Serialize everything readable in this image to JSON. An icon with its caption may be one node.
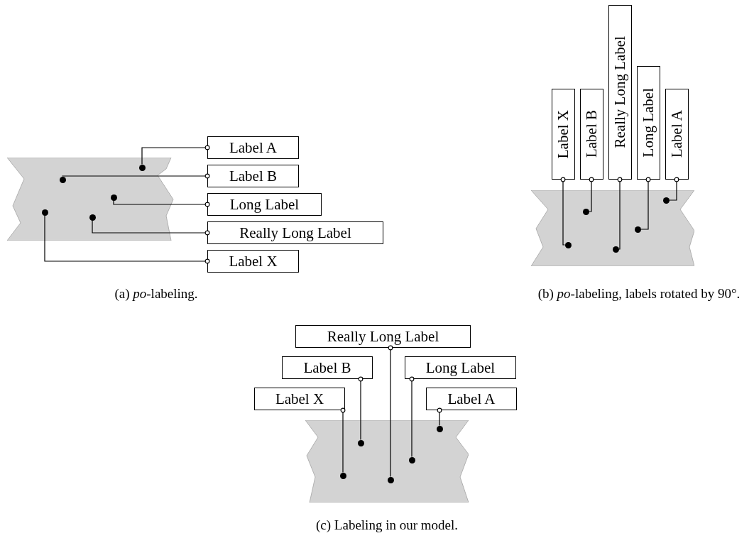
{
  "diagram": {
    "nodes": [
      {
        "text": [],
        "shape": "polygon"
      },
      {
        "text": [],
        "shape": "circle",
        "in": 0
      },
      {
        "text": [],
        "shape": "circle",
        "in": 0
      },
      {
        "text": [],
        "shape": "circle",
        "in": 0
      },
      {
        "text": [],
        "shape": "circle",
        "in": 0
      },
      {
        "text": [],
        "shape": "circle",
        "in": 0
      },
      {
        "text": [
          "Label A"
        ]
      },
      {
        "text": [
          "Label B"
        ]
      },
      {
        "text": [
          "Long Label"
        ]
      },
      {
        "text": [
          "Really Long Label"
        ]
      },
      {
        "text": [
          "Label X"
        ]
      },
      {
        "text": [
          "Label X"
        ]
      },
      {
        "text": [
          "Label B"
        ]
      },
      {
        "text": [
          "Really Long Label"
        ]
      },
      {
        "text": [
          "Long Label"
        ]
      },
      {
        "text": [
          "Label A"
        ]
      },
      {
        "text": [],
        "shape": "polygon"
      },
      {
        "text": [],
        "shape": "circle",
        "in": 16
      },
      {
        "text": [],
        "shape": "circle",
        "in": 16
      },
      {
        "text": [],
        "shape": "circle",
        "in": 16
      },
      {
        "text": [],
        "shape": "circle",
        "in": 16
      },
      {
        "text": [],
        "shape": "circle",
        "in": 16
      },
      {
        "text": [
          "Really Long Label"
        ]
      },
      {
        "text": [
          "Label B"
        ]
      },
      {
        "text": [
          "Long Label"
        ]
      },
      {
        "text": [
          "Label X"
        ]
      },
      {
        "text": [
          "Label A"
        ]
      },
      {
        "text": [],
        "shape": "polygon"
      },
      {
        "text": [],
        "shape": "circle",
        "in": 27
      },
      {
        "text": [],
        "shape": "circle",
        "in": 27
      },
      {
        "text": [],
        "shape": "circle",
        "in": 27
      },
      {
        "text": [],
        "shape": "circle",
        "in": 27
      },
      {
        "text": [],
        "shape": "circle",
        "in": 27
      }
    ],
    "edges": [
      {
        "from": 6,
        "to": 1,
        "arrow": "other"
      },
      {
        "from": 7,
        "to": 2,
        "arrow": "other"
      },
      {
        "from": 8,
        "to": 3,
        "arrow": "other"
      },
      {
        "from": 9,
        "to": 5,
        "arrow": "other"
      },
      {
        "from": 10,
        "to": 4,
        "arrow": "other"
      },
      {
        "from": 11,
        "to": 20,
        "arrow": "other"
      },
      {
        "from": 12,
        "to": 18,
        "arrow": "other"
      },
      {
        "from": 13,
        "to": 21,
        "arrow": "other"
      },
      {
        "from": 14,
        "to": 19,
        "arrow": "other"
      },
      {
        "from": 15,
        "to": 17,
        "arrow": "other"
      },
      {
        "from": 22,
        "to": 32,
        "arrow": "other"
      },
      {
        "from": 23,
        "to": 29,
        "arrow": "other"
      },
      {
        "from": 24,
        "to": 30,
        "arrow": "other"
      },
      {
        "from": 25,
        "to": 31,
        "arrow": "other"
      },
      {
        "from": 26,
        "to": 28,
        "arrow": "other"
      }
    ],
    "labels": [
      "(a) *po*-labeling.",
      "(b) *po*-labeling, labels rotated by 90°.",
      "(c) Labeling in our model."
    ]
  }
}
